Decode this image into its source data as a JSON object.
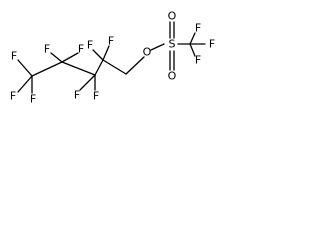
{
  "molecule": {
    "atoms": [
      {
        "id": "a1",
        "symbol": "F"
      },
      {
        "id": "a2",
        "symbol": "F"
      },
      {
        "id": "a3",
        "symbol": "F"
      },
      {
        "id": "a4",
        "symbol": "F"
      },
      {
        "id": "a5",
        "symbol": "F"
      },
      {
        "id": "a6",
        "symbol": "F"
      },
      {
        "id": "a7",
        "symbol": "F"
      },
      {
        "id": "a8",
        "symbol": "O"
      },
      {
        "id": "a9",
        "symbol": "S"
      },
      {
        "id": "a10",
        "symbol": "O"
      },
      {
        "id": "a11",
        "symbol": "O"
      },
      {
        "id": "a12",
        "symbol": "F"
      },
      {
        "id": "a13",
        "symbol": "F"
      },
      {
        "id": "a14",
        "symbol": "F"
      }
    ]
  }
}
